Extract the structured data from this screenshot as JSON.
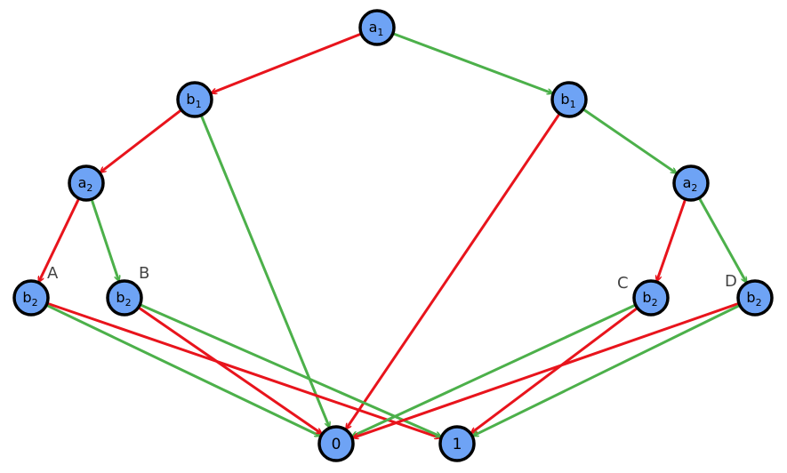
{
  "colors": {
    "zero_edge": "#e8141c",
    "one_edge": "#4cb04a",
    "node_fill": "#6ea3f5",
    "node_stroke": "#000000"
  },
  "nodes": [
    {
      "id": "a1_root",
      "base": "a",
      "sub": "1"
    },
    {
      "id": "b1_left",
      "base": "b",
      "sub": "1"
    },
    {
      "id": "b1_right",
      "base": "b",
      "sub": "1"
    },
    {
      "id": "a2_left",
      "base": "a",
      "sub": "2"
    },
    {
      "id": "a2_right",
      "base": "a",
      "sub": "2"
    },
    {
      "id": "b2_A",
      "base": "b",
      "sub": "2",
      "tag": "A"
    },
    {
      "id": "b2_B",
      "base": "b",
      "sub": "2",
      "tag": "B"
    },
    {
      "id": "b2_C",
      "base": "b",
      "sub": "2",
      "tag": "C"
    },
    {
      "id": "b2_D",
      "base": "b",
      "sub": "2",
      "tag": "D"
    }
  ],
  "terminals": [
    {
      "id": "t0",
      "label": "0"
    },
    {
      "id": "t1",
      "label": "1"
    }
  ],
  "edges": [
    {
      "from": "a1_root",
      "to": "b1_left",
      "kind": "zero"
    },
    {
      "from": "a1_root",
      "to": "b1_right",
      "kind": "one"
    },
    {
      "from": "b1_left",
      "to": "a2_left",
      "kind": "zero"
    },
    {
      "from": "b1_left",
      "to": "t0",
      "kind": "one"
    },
    {
      "from": "b1_right",
      "to": "t0",
      "kind": "zero"
    },
    {
      "from": "b1_right",
      "to": "a2_right",
      "kind": "one"
    },
    {
      "from": "a2_left",
      "to": "b2_A",
      "kind": "zero"
    },
    {
      "from": "a2_left",
      "to": "b2_B",
      "kind": "one"
    },
    {
      "from": "a2_right",
      "to": "b2_C",
      "kind": "zero"
    },
    {
      "from": "a2_right",
      "to": "b2_D",
      "kind": "one"
    },
    {
      "from": "b2_A",
      "to": "t1",
      "kind": "zero"
    },
    {
      "from": "b2_A",
      "to": "t0",
      "kind": "one"
    },
    {
      "from": "b2_B",
      "to": "t0",
      "kind": "zero"
    },
    {
      "from": "b2_B",
      "to": "t1",
      "kind": "one"
    },
    {
      "from": "b2_C",
      "to": "t1",
      "kind": "zero"
    },
    {
      "from": "b2_C",
      "to": "t0",
      "kind": "one"
    },
    {
      "from": "b2_D",
      "to": "t0",
      "kind": "zero"
    },
    {
      "from": "b2_D",
      "to": "t1",
      "kind": "one"
    }
  ]
}
